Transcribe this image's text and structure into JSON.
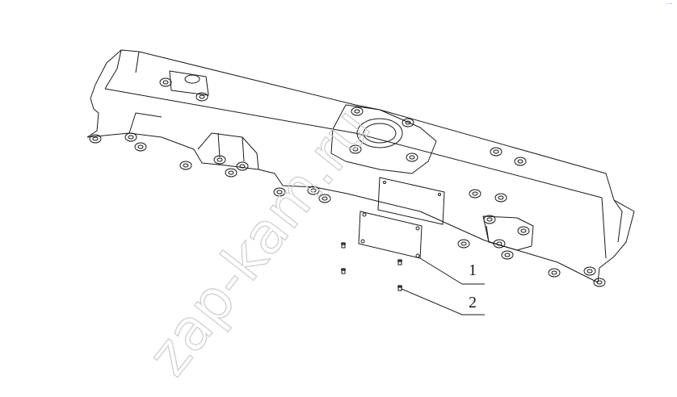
{
  "drawing": {
    "type": "exploded-parts-diagram",
    "callouts": [
      {
        "label": "1"
      },
      {
        "label": "2"
      }
    ],
    "watermark": "zap-kam.ru",
    "corner_mark": "- --"
  },
  "colors": {
    "line": "#1a1a1a",
    "watermark": "#cfcfcf",
    "corner_mark": "#3a4ac8",
    "background": "#ffffff"
  }
}
